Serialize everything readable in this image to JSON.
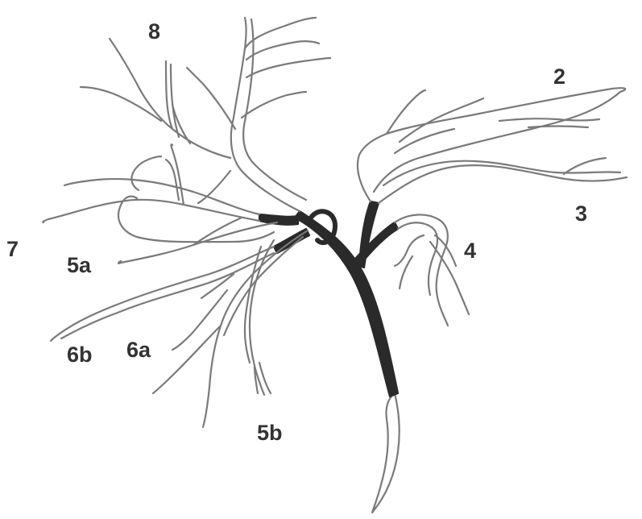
{
  "diagram": {
    "colors": {
      "outline": "#7a7a7a",
      "dark_tissue": "#2a2a2a",
      "label": "#333333",
      "background": "#ffffff"
    },
    "labels": {
      "l8": "8",
      "l2": "2",
      "l3": "3",
      "l4": "4",
      "l7": "7",
      "l5a": "5a",
      "l6b": "6b",
      "l6a": "6a",
      "l5b": "5b"
    }
  }
}
